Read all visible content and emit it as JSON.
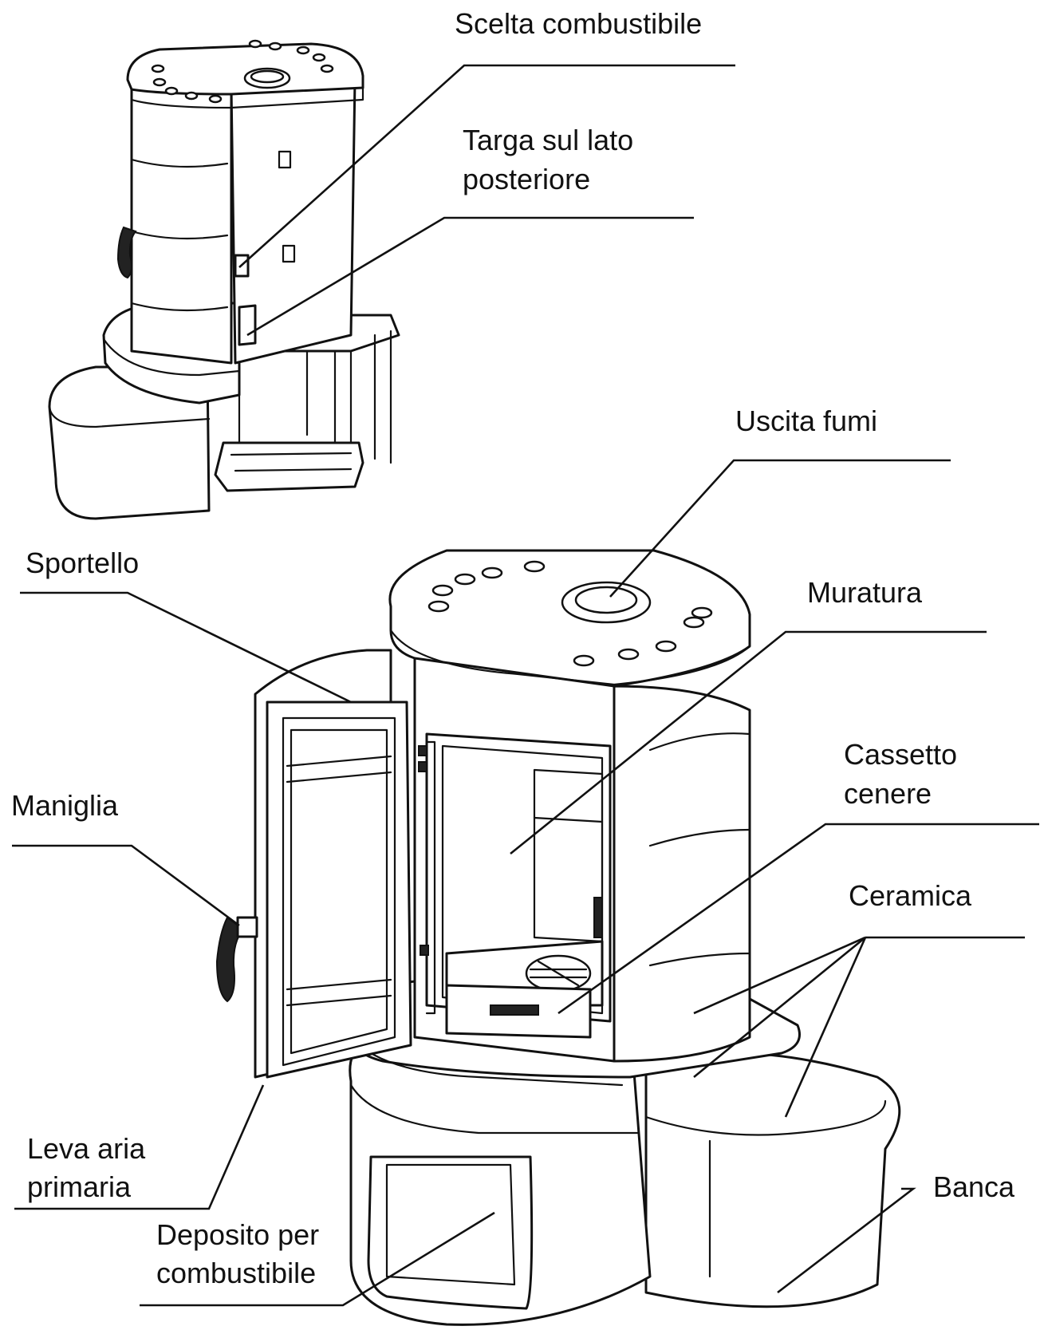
{
  "labels": {
    "scelta_combustibile": "Scelta combustibile",
    "targa_line1": "Targa sul lato",
    "targa_line2": "posteriore",
    "uscita_fumi": "Uscita fumi",
    "sportello": "Sportello",
    "muratura": "Muratura",
    "cassetto_line1": "Cassetto",
    "cassetto_line2": "cenere",
    "maniglia": "Maniglia",
    "ceramica": "Ceramica",
    "leva_line1": "Leva aria",
    "leva_line2": "primaria",
    "banca": "Banca",
    "deposito_line1": "Deposito per",
    "deposito_line2": "combustibile"
  }
}
